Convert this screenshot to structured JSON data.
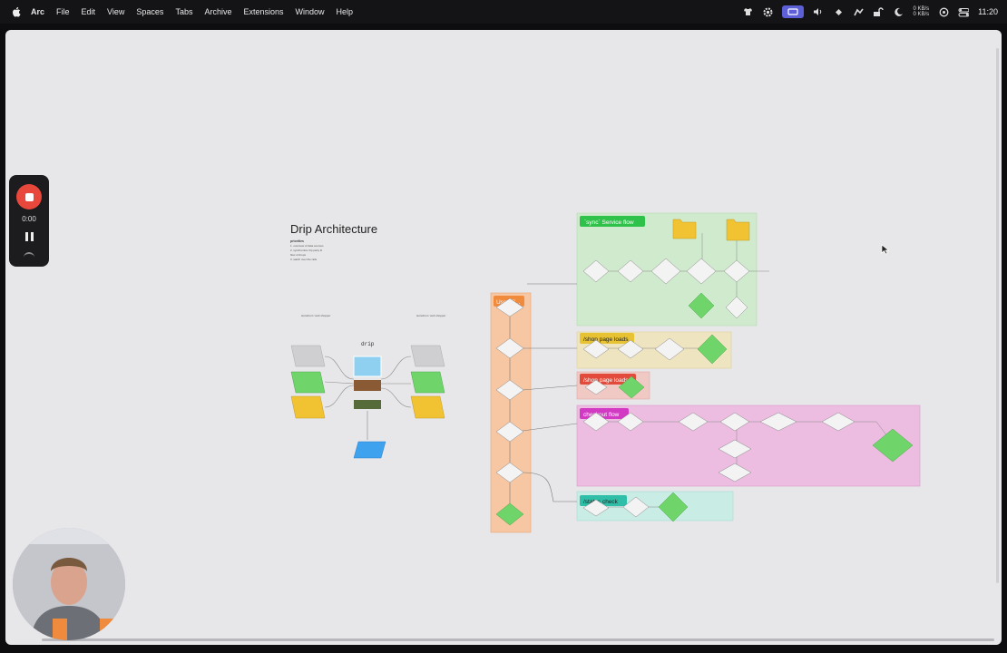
{
  "menubar": {
    "app_name": "Arc",
    "menus": [
      "File",
      "Edit",
      "View",
      "Spaces",
      "Tabs",
      "Archive",
      "Extensions",
      "Window",
      "Help"
    ],
    "net_up": "0 KB/s",
    "net_down": "0 KB/s",
    "clock": "11:20"
  },
  "recorder": {
    "time": "0:00"
  },
  "board": {
    "title": "Drip Architecture",
    "notes_heading": "priorities",
    "notes": [
      "1. overview of data sources",
      "2. synchronize 3rp party til",
      "   flow of drops",
      "3. watch over the rails"
    ],
    "architecture": {
      "center_label": "drip",
      "left_caption": "storefront / web shopper",
      "right_caption": "storefront / web shopper"
    },
    "user_flow_label": "User Fl...",
    "sections": [
      {
        "key": "sync",
        "label": "`sync` Service flow",
        "color": "#2fc24a",
        "bg": "#cfeacc"
      },
      {
        "key": "shop1",
        "label": "/shop page loads",
        "color": "#e7c232",
        "bg": "#efe4c0"
      },
      {
        "key": "shop2",
        "label": "/shop page loads",
        "color": "#e24b3b",
        "bg": "#f0c9c5"
      },
      {
        "key": "checkout",
        "label": "checkout flow",
        "color": "#d23ac4",
        "bg": "#ecbde1"
      },
      {
        "key": "status",
        "label": "/status check",
        "color": "#2fbfa8",
        "bg": "#c9ece5"
      }
    ],
    "colors": {
      "accent_orange": "#f08a3c",
      "diamond_green": "#6fd56a",
      "folder_yellow": "#f1c232",
      "blue_shape": "#3fa2ee"
    }
  }
}
